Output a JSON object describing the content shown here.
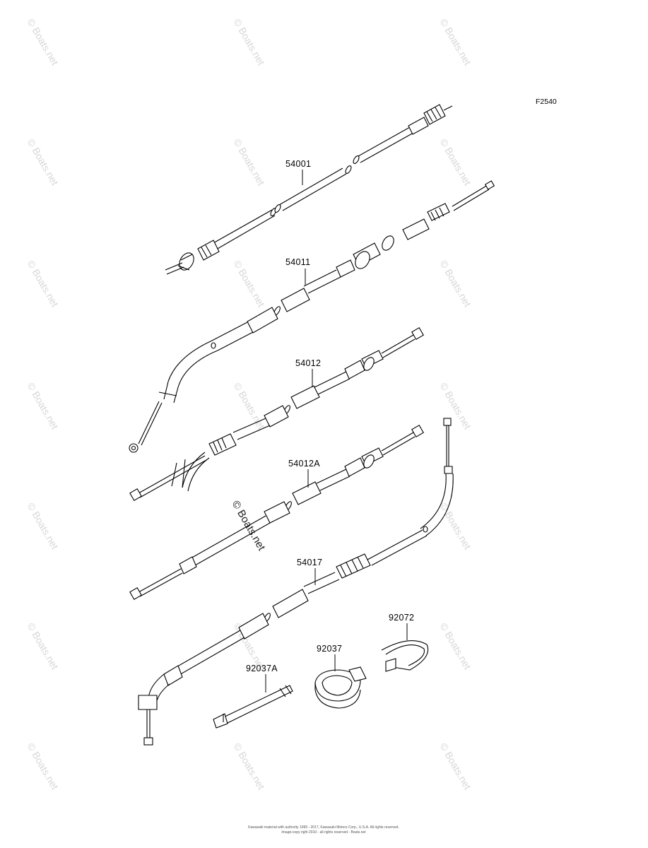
{
  "figure": {
    "code": "F2540"
  },
  "parts": [
    {
      "number": "54001"
    },
    {
      "number": "54011"
    },
    {
      "number": "54012"
    },
    {
      "number": "54012A"
    },
    {
      "number": "54017"
    },
    {
      "number": "92072"
    },
    {
      "number": "92037"
    },
    {
      "number": "92037A"
    }
  ],
  "watermark": {
    "text": "© Boats.net"
  },
  "footer": {
    "line1": "Kawasaki material with authority 1999 - 2017, Kawasaki Motors Corp., U.S.A. All rights reserved.",
    "line2": "Image-copy right 2010 - all rights reserved - Boats.net"
  }
}
